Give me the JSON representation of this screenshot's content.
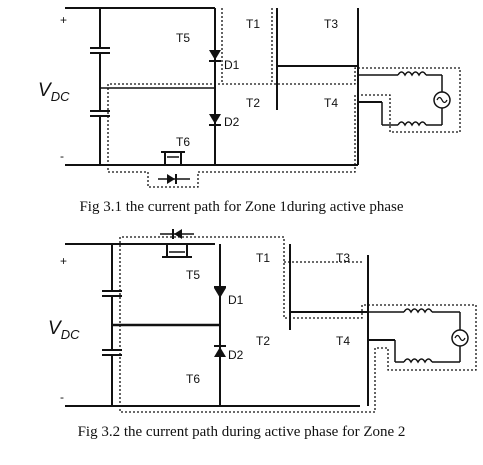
{
  "figure1": {
    "caption": "Fig 3.1 the current path for Zone 1during active phase",
    "labels": {
      "plus": "+",
      "minus": "-",
      "vdc_v": "V",
      "vdc_sub": "DC",
      "t1": "T1",
      "t2": "T2",
      "t3": "T3",
      "t4": "T4",
      "t5": "T5",
      "t6": "T6",
      "d1": "D1",
      "d2": "D2"
    }
  },
  "figure2": {
    "caption": "Fig 3.2 the current path during active phase for Zone 2",
    "labels": {
      "plus": "+",
      "minus": "-",
      "vdc_v": "V",
      "vdc_sub": "DC",
      "t1": "T1",
      "t2": "T2",
      "t3": "T3",
      "t4": "T4",
      "t5": "T5",
      "t6": "T6",
      "d1": "D1",
      "d2": "D2"
    }
  }
}
